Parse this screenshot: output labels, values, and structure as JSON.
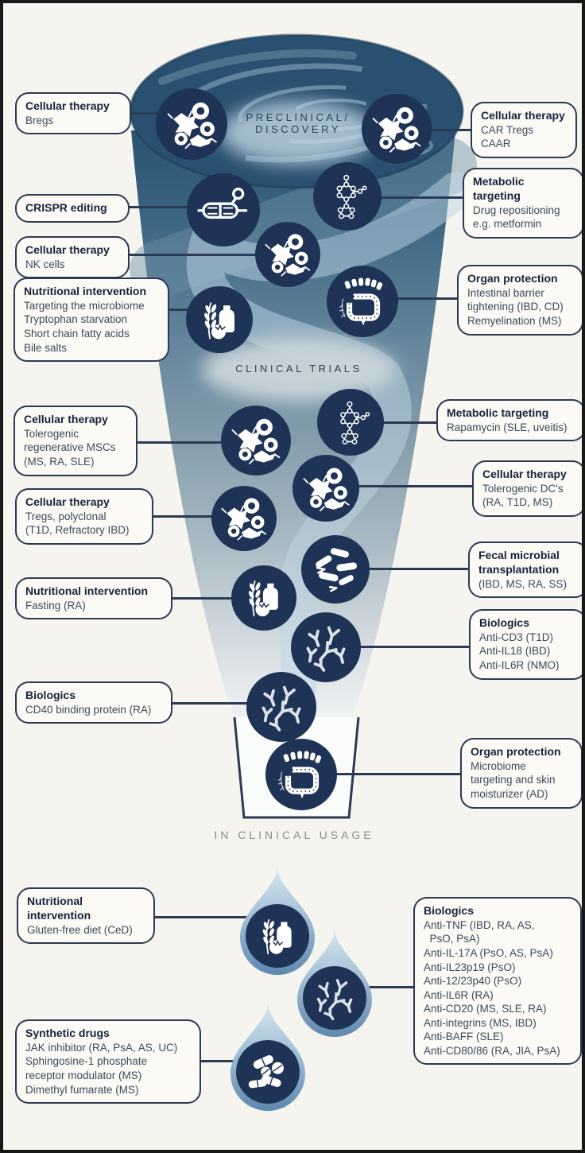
{
  "stages": {
    "preclinical_line1": "PRECLINICAL/",
    "preclinical_line2": "DISCOVERY",
    "clinical_trials": "CLINICAL TRIALS",
    "in_clinical_usage": "IN CLINICAL USAGE"
  },
  "colors": {
    "background": "#f6f4ef",
    "funnel_top": "#2b536f",
    "funnel_bottom": "#eef2f3",
    "icon_circle": "#1e3356",
    "callout_border": "#2b3a55",
    "callout_fill": "#fbfaf5",
    "stage_text": "#2e4257",
    "usage_text": "#8e8d8a",
    "drop_rim": "#5e88ae"
  },
  "icons": {
    "cells": "immune-cells-icon",
    "crispr": "crispr-dna-icon",
    "molecule": "drug-molecule-icon",
    "gut": "intestine-icon",
    "nutrition": "food-nutrition-icon",
    "microbes": "gut-bacteria-icon",
    "antibody": "antibody-icon",
    "pills": "pills-icon"
  },
  "callouts": {
    "left": [
      {
        "title": "Cellular therapy",
        "lines": [
          "Bregs"
        ]
      },
      {
        "title": "CRISPR editing",
        "lines": []
      },
      {
        "title": "Cellular therapy",
        "lines": [
          "NK cells"
        ]
      },
      {
        "title": "Nutritional intervention",
        "lines": [
          "Targeting the microbiome",
          "Tryptophan starvation",
          "Short chain fatty acids",
          "Bile salts"
        ]
      },
      {
        "title": "Cellular therapy",
        "lines": [
          "Tolerogenic",
          "regenerative MSCs",
          "(MS, RA, SLE)"
        ]
      },
      {
        "title": "Cellular therapy",
        "lines": [
          "Tregs, polyclonal",
          "(T1D, Refractory IBD)"
        ]
      },
      {
        "title": "Nutritional intervention",
        "lines": [
          "Fasting (RA)"
        ]
      },
      {
        "title": "Biologics",
        "lines": [
          "CD40 binding protein (RA)"
        ]
      },
      {
        "title": "Nutritional intervention",
        "lines": [
          "Gluten-free diet (CeD)"
        ]
      },
      {
        "title": "Synthetic drugs",
        "lines": [
          "JAK inhibitor (RA, PsA, AS, UC)",
          "Sphingosine-1 phosphate",
          "receptor modulator (MS)",
          "Dimethyl fumarate (MS)"
        ]
      }
    ],
    "right": [
      {
        "title": "Cellular therapy",
        "lines": [
          "CAR Tregs",
          "CAAR"
        ]
      },
      {
        "title": "Metabolic targeting",
        "lines": [
          "Drug repositioning",
          "e.g. metformin"
        ]
      },
      {
        "title": "Organ protection",
        "lines": [
          "Intestinal barrier",
          "tightening (IBD, CD)",
          "Remyelination (MS)"
        ]
      },
      {
        "title": "Metabolic targeting",
        "lines": [
          "Rapamycin (SLE, uveitis)"
        ]
      },
      {
        "title": "Cellular therapy",
        "lines": [
          "Tolerogenic DC's",
          "(RA, T1D, MS)"
        ]
      },
      {
        "title": "Fecal microbial transplantation",
        "lines": [
          "(IBD, MS, RA, SS)"
        ]
      },
      {
        "title": "Biologics",
        "lines": [
          "Anti-CD3 (T1D)",
          "Anti-IL18 (IBD)",
          "Anti-IL6R (NMO)"
        ]
      },
      {
        "title": "Organ protection",
        "lines": [
          "Microbiome",
          "targeting and skin",
          "moisturizer (AD)"
        ]
      },
      {
        "title": "Biologics",
        "lines": [
          "Anti-TNF (IBD, RA, AS,",
          "  PsO, PsA)",
          "Anti-IL-17A (PsO, AS, PsA)",
          "Anti-IL23p19 (PsO)",
          "Anti-12/23p40 (PsO)",
          "Anti-IL6R (RA)",
          "Anti-CD20 (MS, SLE, RA)",
          "Anti-integrins (MS, IBD)",
          "Anti-BAFF (SLE)",
          "Anti-CD80/86 (RA, JIA, PsA)"
        ]
      }
    ]
  }
}
